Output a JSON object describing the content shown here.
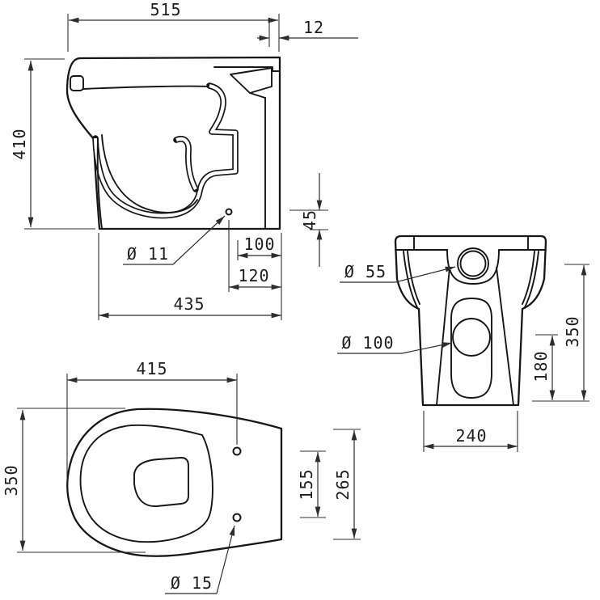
{
  "drawing": {
    "type": "technical-dimension-drawing",
    "subject": "back-to-wall toilet pan, three orthographic views",
    "bg_color": "#ffffff",
    "line_color": "#161616",
    "dim_color": "#2d2d2d",
    "side_view": {
      "overall_depth": "515",
      "back_step": "12",
      "overall_height": "410",
      "fixing_hole_height": "45",
      "outlet_to_back": "100",
      "fixing_hole_to_back": "120",
      "base_depth": "435",
      "fixing_hole_dia": "Ø 11"
    },
    "top_view": {
      "front_to_fixing_holes": "415",
      "overall_width": "350",
      "fixing_hole_spacing": "155",
      "back_edge_width": "265",
      "fixing_hole_dia": "Ø 15"
    },
    "rear_view": {
      "inlet_dia": "Ø 55",
      "outlet_dia": "Ø 100",
      "inlet_height": "350",
      "outlet_height": "180",
      "base_width": "240"
    }
  }
}
